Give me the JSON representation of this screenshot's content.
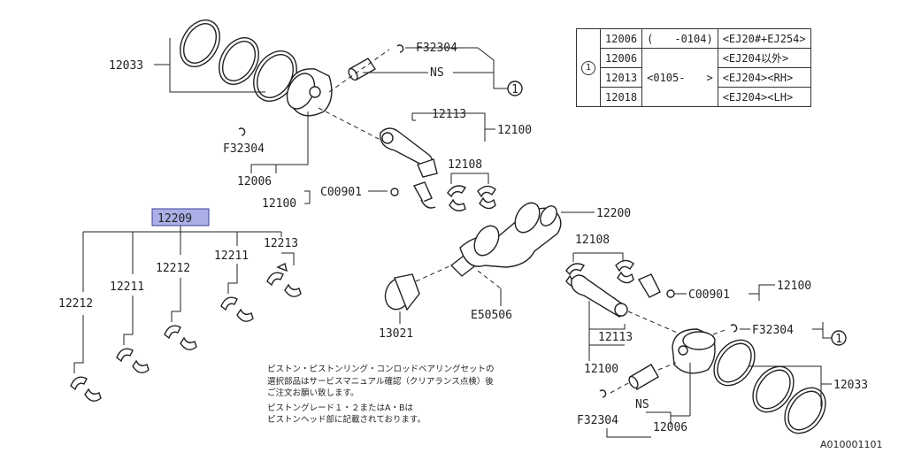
{
  "labels": {
    "p12033_top": "12033",
    "f32304_top": "F32304",
    "ns_top": "NS",
    "circle_top": "1",
    "f32304_left": "F32304",
    "p12006_top": "12006",
    "p12113_top": "12113",
    "p12100_top": "12100",
    "p12108_top": "12108",
    "c00901_top": "C00901",
    "p12100_left": "12100",
    "p12200": "12200",
    "p12209": "12209",
    "p12212_a": "12212",
    "p12211_a": "12211",
    "p12212_b": "12212",
    "p12211_b": "12211",
    "p12213": "12213",
    "p12108_bottom": "12108",
    "c00901_bottom": "C00901",
    "p12100_right": "12100",
    "p13021": "13021",
    "e50506": "E50506",
    "f32304_right": "F32304",
    "circle_right": "1",
    "p12113_bottom": "12113",
    "p12100_bottom": "12100",
    "p12033_bottom": "12033",
    "ns_bottom": "NS",
    "f32304_bottom": "F32304",
    "p12006_bottom": "12006"
  },
  "spec_table": {
    "ref": "1",
    "rows": [
      {
        "part": "12006",
        "range": "(　　-0104)",
        "engine": "<EJ20#+EJ254>"
      },
      {
        "part": "12006",
        "range": "<0105-　　>",
        "engine": "<EJ204以外>"
      },
      {
        "part": "12013",
        "range": "",
        "engine": "<EJ204><RH>"
      },
      {
        "part": "12018",
        "range": "",
        "engine": "<EJ204><LH>"
      }
    ]
  },
  "note": {
    "line1": "ピストン・ピストンリング・コンロッドベアリングセットの",
    "line2": "選択部品はサービスマニュアル確認（クリアランス点検）後",
    "line3": "ご注文お願い致します。",
    "line4": "ピストングレード１・２またはA・Bは",
    "line5": "ピストンヘッド部に記載されております。"
  },
  "diagram_code": "A010001101",
  "colors": {
    "highlight": "#aab0e6",
    "ink": "#222222"
  }
}
